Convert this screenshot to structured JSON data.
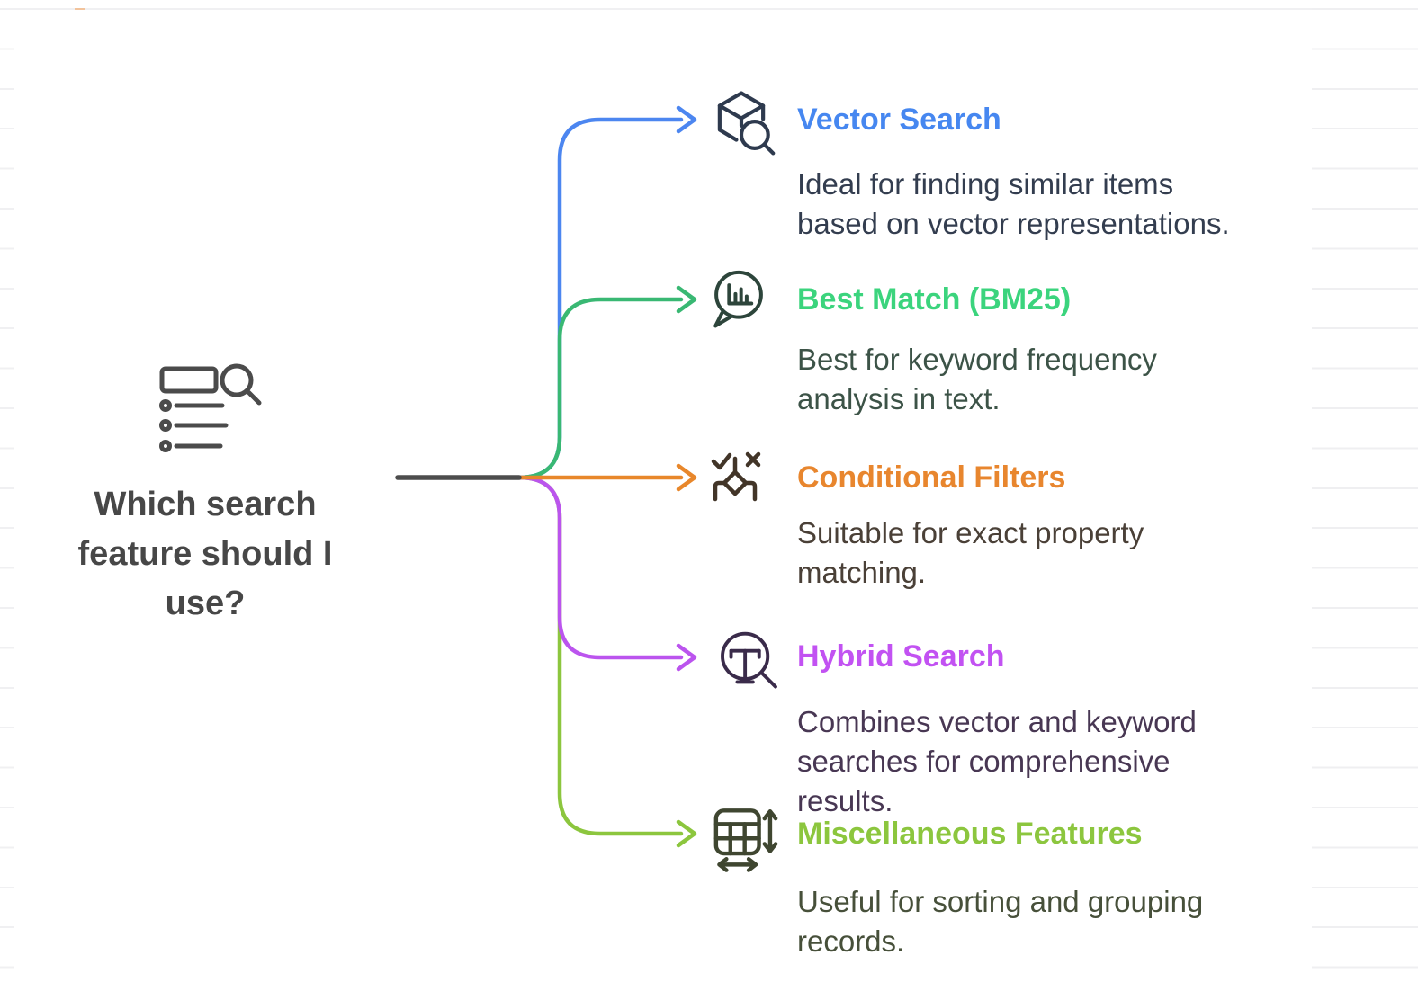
{
  "root": {
    "title": "Which search feature should I use?",
    "title_color": "#474747",
    "icon": "list-search-icon",
    "icon_color": "#4b4b4b"
  },
  "trunk_color": "#4d4d4d",
  "canvas": {
    "background": "#ffffff",
    "ruled_line_color": "#efeff1"
  },
  "branches": [
    {
      "title": "Vector Search",
      "title_color": "#4687f0",
      "line_color": "#4c86f0",
      "icon": "cube-search-icon",
      "icon_color": "#2e3a4e",
      "description": "Ideal for finding similar items based on vector representations.",
      "description_color": "#333d4f"
    },
    {
      "title": "Best Match (BM25)",
      "title_color": "#3bd47d",
      "line_color": "#39b873",
      "icon": "speech-bubble-bar-chart-icon",
      "icon_color": "#2d453b",
      "description": "Best for keyword frequency analysis in text.",
      "description_color": "#3c5347"
    },
    {
      "title": "Conditional Filters",
      "title_color": "#e8862e",
      "line_color": "#e8872b",
      "icon": "decision-check-x-icon",
      "icon_color": "#423528",
      "description": "Suitable for exact property matching.",
      "description_color": "#4a4037"
    },
    {
      "title": "Hybrid Search",
      "title_color": "#c252f2",
      "line_color": "#bb54ee",
      "icon": "text-magnifier-icon",
      "icon_color": "#3a2b4a",
      "description": "Combines vector and keyword searches for comprehensive results.",
      "description_color": "#483753"
    },
    {
      "title": "Miscellaneous Features",
      "title_color": "#8cc63e",
      "line_color": "#8cc63e",
      "icon": "table-resize-arrows-icon",
      "icon_color": "#3f4630",
      "description": "Useful for sorting and grouping records.",
      "description_color": "#47503a"
    }
  ]
}
